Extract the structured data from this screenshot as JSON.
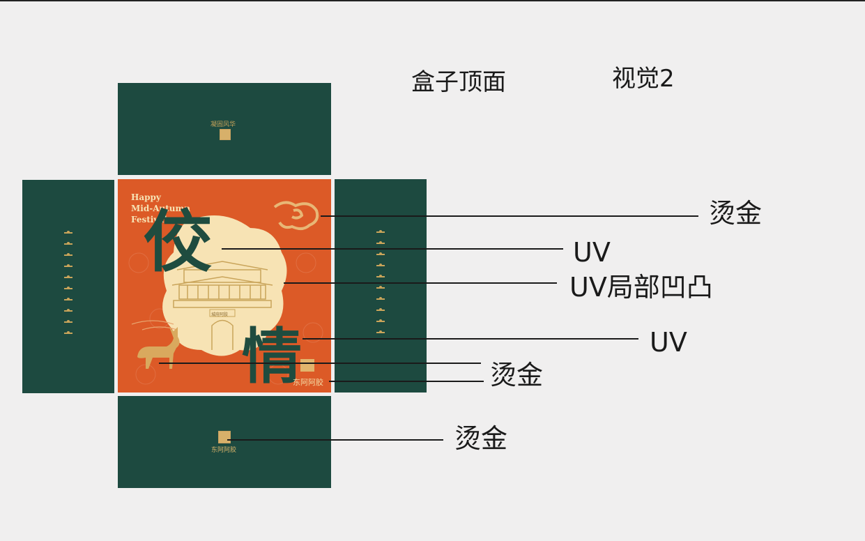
{
  "headings": {
    "box_top": "盒子顶面",
    "visual": "视觉2"
  },
  "panels": {
    "top_brand_text": "凝固风华",
    "bottom_brand_text": "东阿阿胶"
  },
  "center": {
    "greeting_lines": [
      "Happy",
      "Mid-Autumn",
      "Festival"
    ],
    "char_top": "佼",
    "char_bottom": "情",
    "brand_text": "东阿阿胶",
    "gate_plaque": "城府阿胶"
  },
  "annotations": [
    {
      "id": "cloud",
      "text": "烫金"
    },
    {
      "id": "char-top",
      "text": "UV"
    },
    {
      "id": "palace",
      "text": "UV局部凹凸"
    },
    {
      "id": "char-bottom",
      "text": "UV"
    },
    {
      "id": "donkey",
      "text": "烫金"
    },
    {
      "id": "bottom-seal",
      "text": "烫金"
    }
  ],
  "colors": {
    "panel_green": "#1d4a40",
    "orange": "#dc5a27",
    "cream": "#f7e3b4",
    "gold": "#d9b46a"
  }
}
